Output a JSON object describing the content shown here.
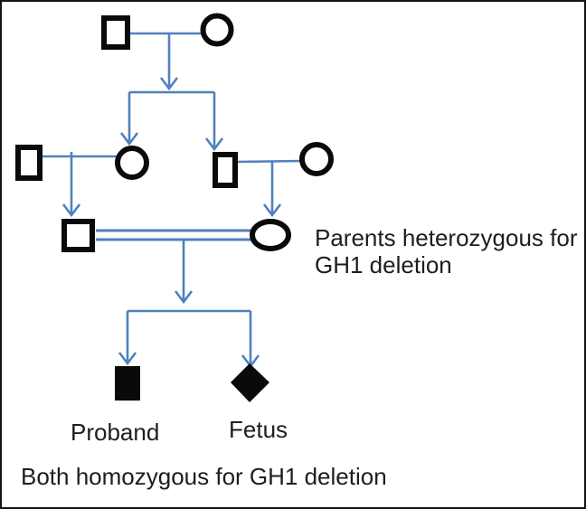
{
  "figure": {
    "type": "pedigree-diagram",
    "title_visible": false
  },
  "annotations": {
    "parents_note_lines": [
      "Parents heterozygous for",
      "GH1 deletion"
    ],
    "bottom_note": "Both homozygous for GH1 deletion"
  },
  "labels": {
    "proband": "Proband",
    "fetus": "Fetus"
  },
  "colors": {
    "line_blue": "#4f81bd",
    "symbol_black": "#0a0a0a",
    "text": "#1d1d22",
    "background": "#ffffff",
    "frame": "#141414"
  },
  "pedigree": {
    "individuals": [
      {
        "id": "gen1-father",
        "shape": "square",
        "fill": "open"
      },
      {
        "id": "gen1-mother",
        "shape": "circle",
        "fill": "open"
      },
      {
        "id": "gen2-left-husband",
        "shape": "square",
        "fill": "open"
      },
      {
        "id": "gen2-left-wife",
        "shape": "circle",
        "fill": "open"
      },
      {
        "id": "gen2-right-husband",
        "shape": "square",
        "fill": "open"
      },
      {
        "id": "gen2-right-wife",
        "shape": "circle",
        "fill": "open"
      },
      {
        "id": "gen3-father",
        "shape": "square",
        "fill": "open"
      },
      {
        "id": "gen3-mother",
        "shape": "circle",
        "fill": "open"
      },
      {
        "id": "proband",
        "shape": "square",
        "fill": "solid",
        "label": "Proband"
      },
      {
        "id": "fetus",
        "shape": "diamond",
        "fill": "solid",
        "label": "Fetus"
      }
    ],
    "unions": [
      {
        "between": [
          "gen1-father",
          "gen1-mother"
        ],
        "line": "single"
      },
      {
        "between": [
          "gen2-left-husband",
          "gen2-left-wife"
        ],
        "line": "single"
      },
      {
        "between": [
          "gen2-right-husband",
          "gen2-right-wife"
        ],
        "line": "single"
      },
      {
        "between": [
          "gen3-father",
          "gen3-mother"
        ],
        "line": "double-consanguineous"
      }
    ]
  }
}
